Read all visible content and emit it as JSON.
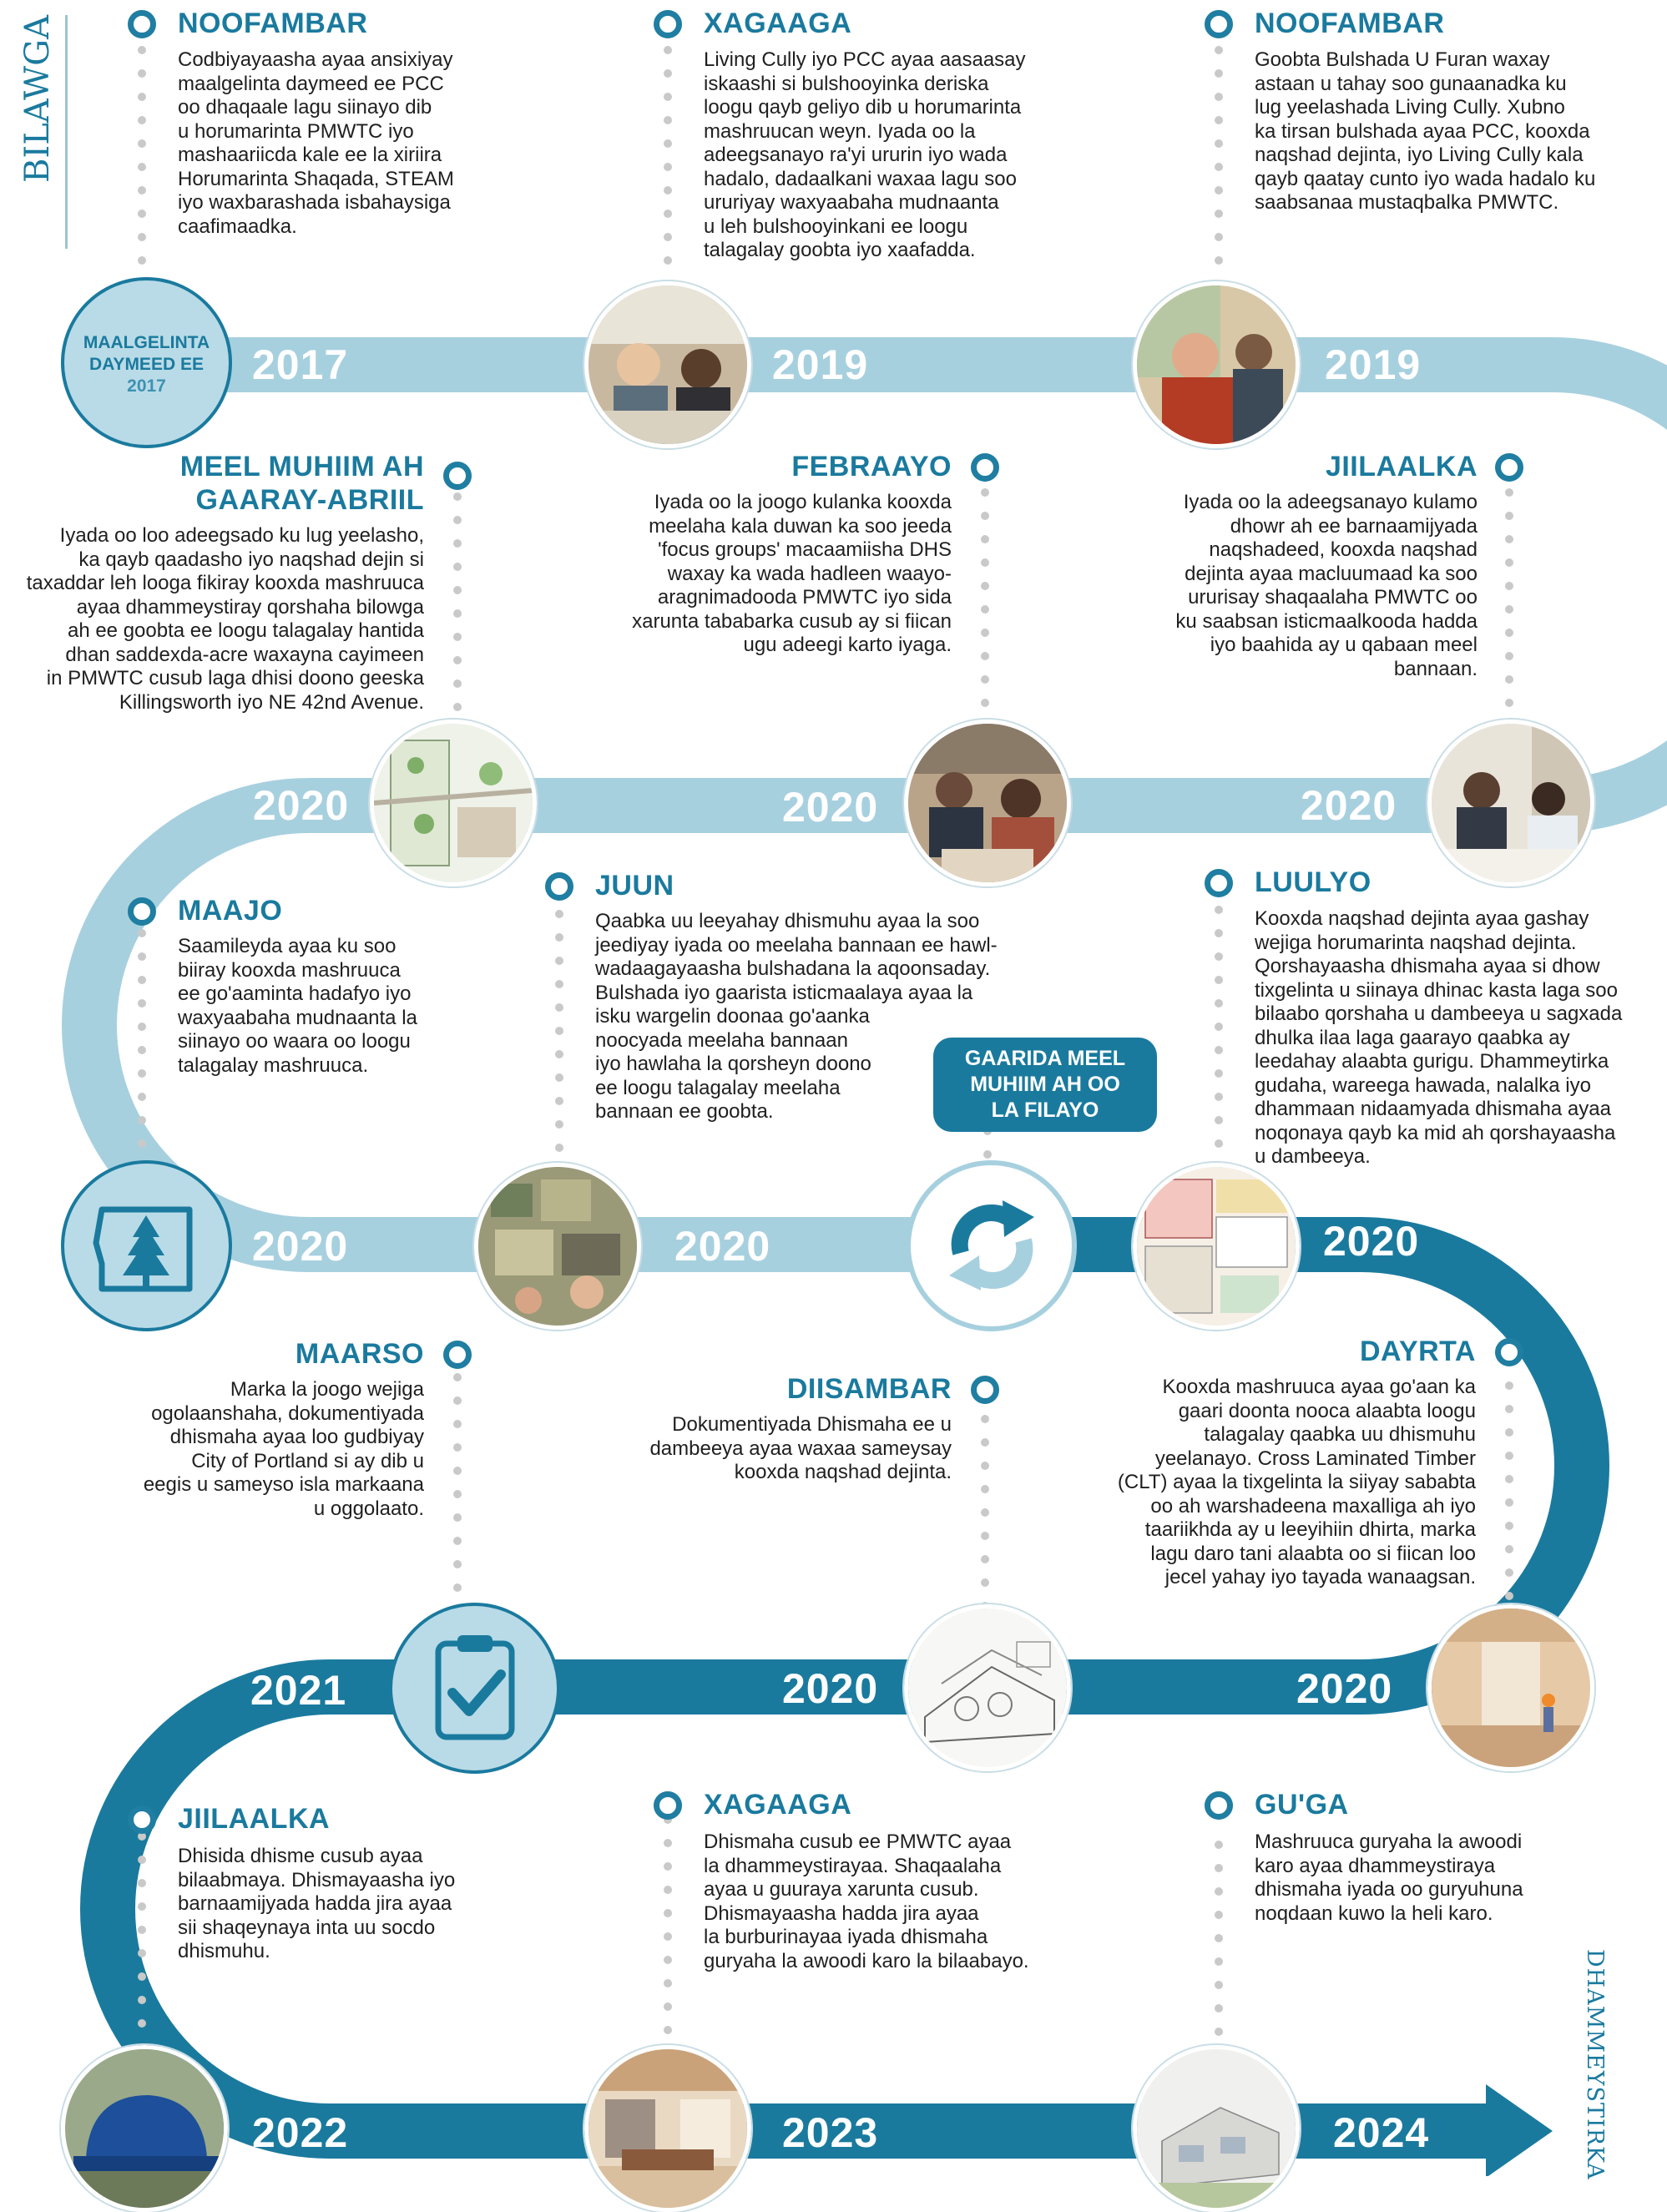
{
  "side_labels": {
    "start": "BILAWGA",
    "end": "DHAMMEYSTIRKA"
  },
  "colors": {
    "track_light": "#a7d0df",
    "track_dark": "#1a7a9e",
    "heading": "#1a7a9e",
    "dots": "#c9c9c9"
  },
  "first_node": {
    "line1": "MAALGELINTA",
    "line2": "DAYMEED EE",
    "line3": "2017"
  },
  "badge": "GAARIDA MEEL\nMUHIIM AH OO\nLA FILAYO",
  "milestones": [
    {
      "year": "2017",
      "heading": "NOOFAMBAR",
      "text": "Codbiyayaasha ayaa ansixiyay\nmaalgelinta daymeed ee PCC\noo dhaqaale lagu siinayo dib\nu horumarinta PMWTC iyo\nmashaariicda kale ee la xiriira\nHorumarinta Shaqada, STEAM\niyo waxbarashada isbahaysiga\ncaafimaadka."
    },
    {
      "year": "2019",
      "heading": "XAGAAGA",
      "text": "Living Cully iyo PCC ayaa aasaasay\niskaashi si bulshooyinka deriska\nloogu qayb geliyo dib u horumarinta\nmashruucan weyn. Iyada oo la\nadeegsanayo ra'yi ururin iyo wada\nhadalo, dadaalkani waxaa lagu soo\nururiyay waxyaabaha mudnaanta\nu leh bulshooyinkani ee loogu\ntalagalay goobta iyo xaafadda."
    },
    {
      "year": "2019",
      "heading": "NOOFAMBAR",
      "text": "Goobta Bulshada U Furan waxay\nastaan u tahay soo gunaanadka ku\nlug yeelashada Living Cully. Xubno\nka tirsan bulshada ayaa PCC, kooxda\nnaqshad dejinta, iyo Living Cully kala\nqayb qaatay cunto iyo wada hadalo ku\nsaabsanaa mustaqbalka PMWTC."
    },
    {
      "year": "2020",
      "heading": "JIILAALKA",
      "text": "Iyada oo la adeegsanayo kulamo\ndhowr ah ee barnaamijyada\nnaqshadeed, kooxda naqshad\ndejinta ayaa macluumaad ka soo\nururisay shaqaalaha PMWTC oo\nku saabsan isticmaalkooda hadda\niyo baahida ay u qabaan meel\nbannaan."
    },
    {
      "year": "2020",
      "heading": "FEBRAAYO",
      "text": "Iyada oo la joogo kulanka kooxda\nmeelaha kala duwan ka soo jeeda\n'focus groups' macaamiisha DHS\nwaxay ka wada hadleen waayo-\naragnimadooda PMWTC iyo sida\nxarunta tababarka cusub ay si fiican\nugu adeegi karto iyaga."
    },
    {
      "year": "2020",
      "heading": "MEEL MUHIIM AH\nGAARAY-ABRIIL",
      "text": "Iyada oo loo adeegsado ku lug yeelasho,\nka qayb qaadasho iyo naqshad dejin si\ntaxaddar leh looga fikiray kooxda mashruuca\nayaa dhammeystiray qorshaha bilowga\nah ee goobta ee loogu talagalay hantida\ndhan saddexda-acre waxayna cayimeen\nin PMWTC cusub laga dhisi doono geeska\nKillingsworth iyo NE 42nd Avenue."
    },
    {
      "year": "2020",
      "heading": "MAAJO",
      "text": "Saamileyda ayaa ku soo\nbiiray kooxda mashruuca\nee go'aaminta hadafyo iyo\nwaxyaabaha mudnaanta la\nsiinayo oo waara oo loogu\ntalagalay mashruuca."
    },
    {
      "year": "2020",
      "heading": "JUUN",
      "text": "Qaabka uu leeyahay dhismuhu ayaa la soo\njeediyay iyada oo meelaha bannaan ee hawl-\nwadaagayaasha bulshadana la aqoonsaday.\nBulshada iyo gaarista isticmaalaya ayaa la\nisku wargelin doonaa go'aanka\nnoocyada meelaha bannaan\niyo hawlaha la qorsheyn doono\nee loogu talagalay meelaha\nbannaan ee goobta."
    },
    {
      "year": "2020",
      "heading": "LUULYO",
      "text": "Kooxda naqshad dejinta ayaa gashay\nwejiga horumarinta naqshad dejinta.\nQorshayaasha dhismaha ayaa si dhow\ntixgelinta u siinaya dhinac kasta laga soo\nbilaabo qorshaha u dambeeya u sagxada\ndhulka ilaa laga gaarayo qaabka ay\nleedahay alaabta gurigu. Dhammeytirka\ngudaha, wareega hawada, nalalka iyo\ndhammaan nidaamyada dhismaha ayaa\nnoqonaya qayb ka mid ah qorshayaasha\nu dambeeya."
    },
    {
      "year": "2020",
      "heading": "DAYRTA",
      "text": "Kooxda mashruuca ayaa go'aan ka\ngaari doonta nooca alaabta loogu\ntalagalay qaabka uu dhismuhu\nyeelanayo. Cross Laminated Timber\n(CLT) ayaa la tixgelinta la siiyay sababta\noo ah warshadeena maxalliga ah iyo\ntaariikhda ay u leeyihiin dhirta, marka\nlagu daro tani alaabta oo si fiican loo\njecel yahay iyo tayada wanaagsan."
    },
    {
      "year": "2020",
      "heading": "DIISAMBAR",
      "text": "Dokumentiyada Dhismaha ee u\ndambeeya ayaa waxaa sameysay\nkooxda naqshad dejinta."
    },
    {
      "year": "2021",
      "heading": "MAARSO",
      "text": "Marka la joogo wejiga\nogolaanshaha, dokumentiyada\ndhismaha ayaa loo gudbiyay\nCity of Portland si ay dib u\neegis u sameyso isla markaana\nu oggolaato."
    },
    {
      "year": "2022",
      "heading": "JIILAALKA",
      "text": "Dhisida dhisme cusub ayaa\nbilaabmaya. Dhismayaasha iyo\nbarnaamijyada hadda jira ayaa\nsii shaqeynaya inta uu socdo\ndhismuhu."
    },
    {
      "year": "2023",
      "heading": "XAGAAGA",
      "text": "Dhismaha cusub ee PMWTC ayaa\nla dhammeystirayaa. Shaqaalaha\nayaa u guuraya xarunta cusub.\nDhismayaasha hadda jira ayaa\nla burburinayaa iyada dhismaha\nguryaha la awoodi karo la bilaabayo."
    },
    {
      "year": "2024",
      "heading": "GU'GA",
      "text": "Mashruuca guryaha la awoodi\nkaro ayaa dhammeystiraya\ndhismaha iyada oo guryuhuna\nnoqdaan kuwo la heli karo."
    }
  ]
}
